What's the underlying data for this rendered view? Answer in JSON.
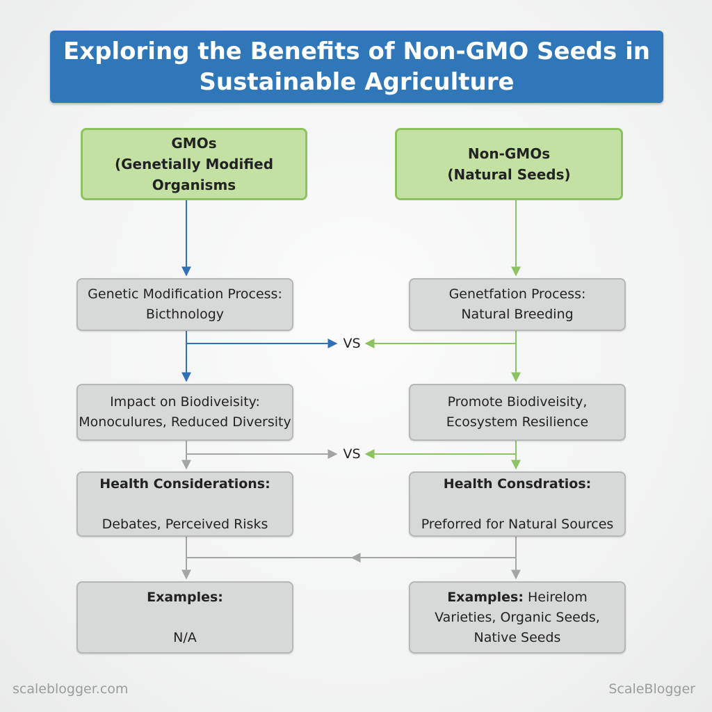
{
  "title": "Exploring the Benefits of Non-GMO Seeds in\nSustainable Agriculture",
  "left_column": {
    "header": "GMOs\n(Genetially Modified\nOrganisms",
    "process": "Genetic Modification Process:\nBicthnology",
    "biodiversity": "Impact on Biodiveisity:\nMonoculures, Reduced Diversity",
    "health_title": "Health Considerations:",
    "health_text": "Debates, Perceived Risks",
    "examples_title": "Examples:",
    "examples_text": "N/A"
  },
  "right_column": {
    "header": "Non-GMOs\n(Natural Seeds)",
    "process": "Genetfation Process:\nNatural Breeding",
    "biodiversity": "Promote Biodiveisity,\nEcosystem Resilience",
    "health_title": "Health Consdratios:",
    "health_text": "Preforred for Natural Sources",
    "examples_title": "Examples:",
    "examples_text": " Heirelom\nVarieties, Organic Seeds,\nNative Seeds"
  },
  "vs_labels": [
    "VS",
    "VS"
  ],
  "footer": {
    "left": "scaleblogger.com",
    "right": "ScaleBlogger"
  },
  "colors": {
    "title_bg": "#2f77b8",
    "header_bg": "#c4e1a4",
    "header_border": "#8cc25f",
    "node_bg": "#d7d8d8",
    "blue_arrow": "#2f6fb5",
    "green_arrow": "#8cc25f",
    "gray_arrow": "#a3a5a5"
  }
}
